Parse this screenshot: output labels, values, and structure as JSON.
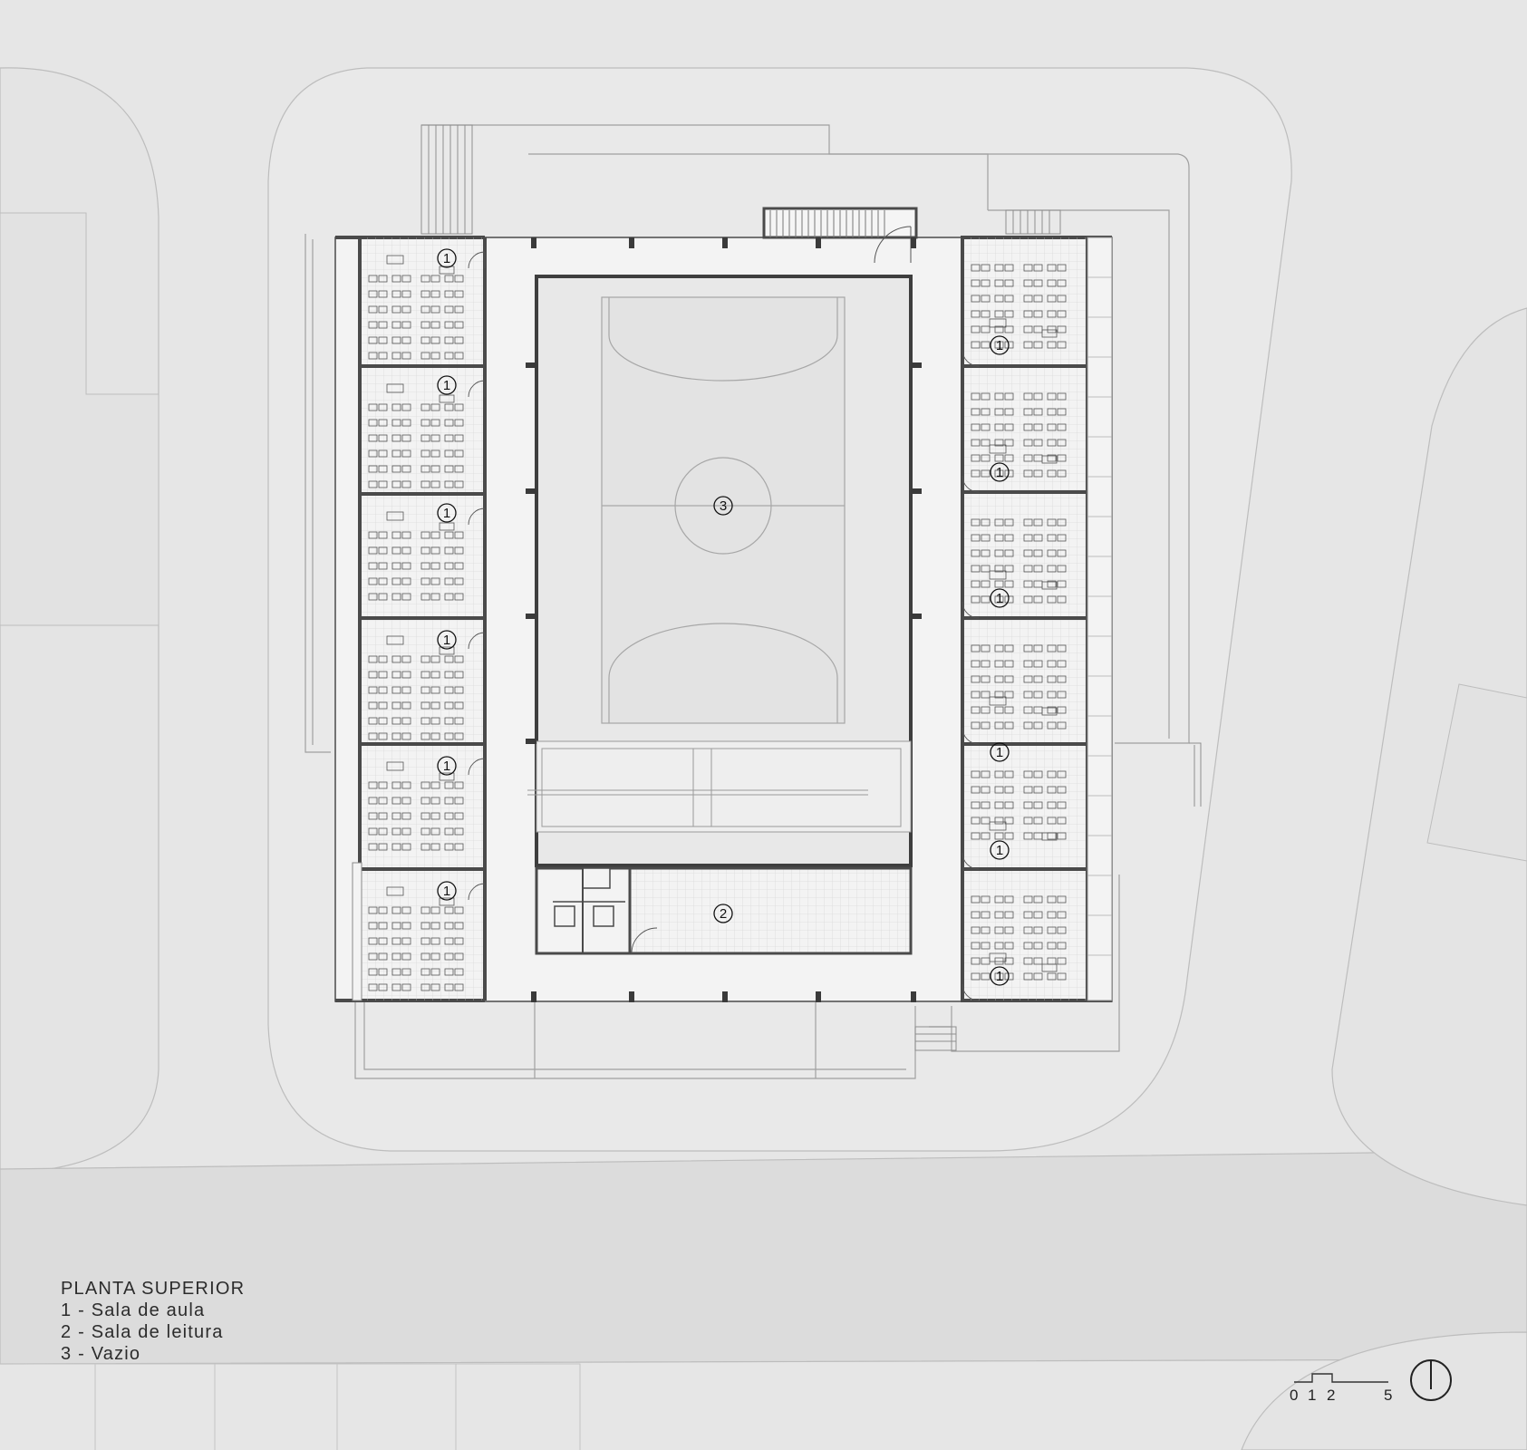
{
  "drawing": {
    "title": "PLANTA SUPERIOR",
    "legend": [
      {
        "number": "1",
        "text": "1 - Sala de aula"
      },
      {
        "number": "2",
        "text": "2 - Sala de leitura"
      },
      {
        "number": "3",
        "text": "3 - Vazio"
      }
    ]
  },
  "scale_bar": {
    "labels": [
      "0",
      "1",
      "2",
      "5"
    ]
  },
  "room_tags": {
    "classroom": "1",
    "reading_room": "2",
    "void": "3"
  },
  "colors": {
    "background": "#e6e6e6",
    "site_band": "#dcdcdc",
    "building_floor": "#f3f3f3",
    "walls": "#4a4a4a",
    "linework": "#9a9a9a",
    "text": "#2c2c2c"
  }
}
